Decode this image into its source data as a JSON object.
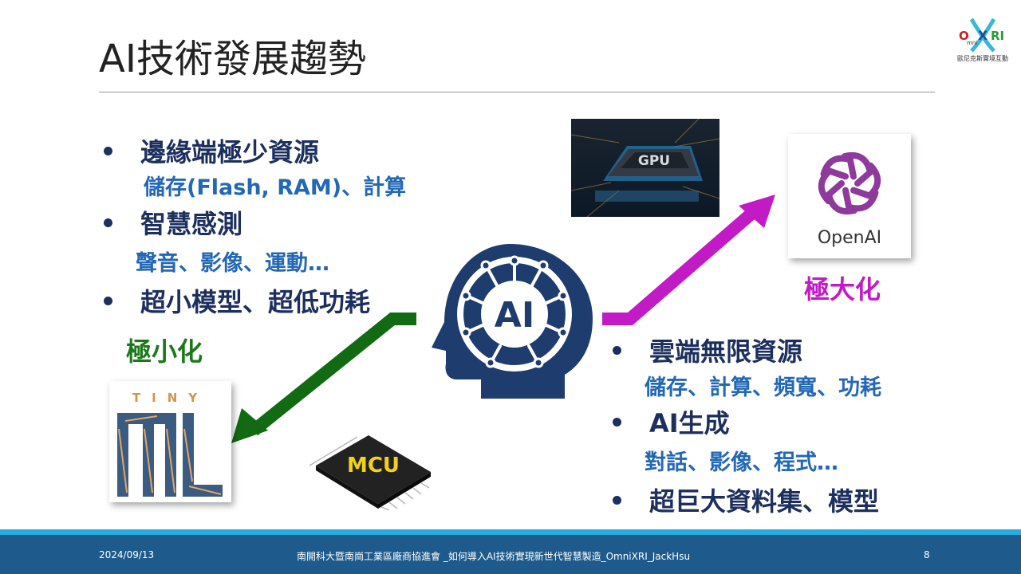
{
  "slide": {
    "title": "AI技術發展趨勢",
    "logo": {
      "brand_o": "O",
      "brand_mni": "mni",
      "brand_x": "X",
      "brand_ri": "RI",
      "subtitle": "歐尼克斯實境互動"
    },
    "left": {
      "items": [
        {
          "text": "邊緣端極少資源",
          "sub": "儲存(Flash, RAM)、計算"
        },
        {
          "text": "智慧感測",
          "sub": "聲音、影像、運動…"
        },
        {
          "text": "超小模型、超低功耗",
          "sub": ""
        }
      ],
      "label": "極小化"
    },
    "right": {
      "items": [
        {
          "text": "雲端無限資源",
          "sub": "儲存、計算、頻寬、功耗"
        },
        {
          "text": "AI生成",
          "sub": "對話、影像、程式…"
        },
        {
          "text": "超巨大資料集、模型",
          "sub": ""
        }
      ],
      "label": "極大化"
    },
    "images": {
      "gpu_label": "GPU",
      "openai_label": "OpenAI",
      "tiny_label": "TINY",
      "mcu_label": "MCU",
      "ai_label": "AI"
    },
    "colors": {
      "navy": "#1c2f5e",
      "blue": "#2368b5",
      "green": "#1a7a1a",
      "magenta": "#c21bc5",
      "footer": "#1e5a8c"
    }
  },
  "footer": {
    "date": "2024/09/13",
    "center": "南開科大暨南崗工業區廠商協進會  _如何導入AI技術實現新世代智慧製造_OmniXRI_JackHsu",
    "page": "8"
  }
}
